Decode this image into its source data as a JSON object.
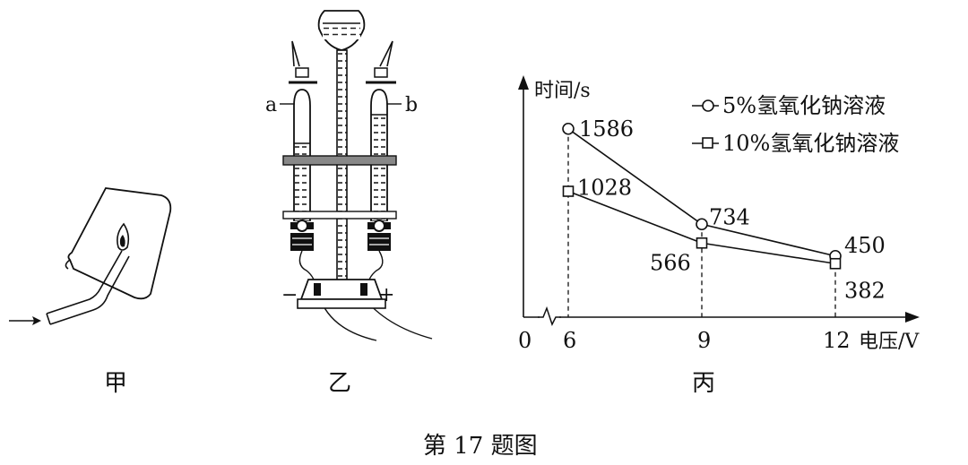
{
  "panels": {
    "jia": {
      "caption": "甲"
    },
    "yi": {
      "caption": "乙",
      "label_a": "a",
      "label_b": "b",
      "minus": "−",
      "plus": "+"
    },
    "bing": {
      "caption": "丙"
    }
  },
  "figure_caption": "第 17 题图",
  "chart_data": {
    "type": "line",
    "x": [
      6,
      9,
      12
    ],
    "x_ticks": [
      "0",
      "6",
      "9",
      "12"
    ],
    "xlabel": "电压/V",
    "ylabel": "时间/s",
    "axis_break": true,
    "series": [
      {
        "name": "5%氢氧化钠溶液",
        "marker": "circle",
        "values": [
          1586,
          734,
          450
        ],
        "labels": [
          "1586",
          "734",
          "450"
        ]
      },
      {
        "name": "10%氢氧化钠溶液",
        "marker": "square",
        "values": [
          1028,
          566,
          382
        ],
        "labels": [
          "1028",
          "566",
          "382"
        ]
      }
    ],
    "legend": "top-right",
    "grid": false,
    "dashed_drop_lines": true
  }
}
